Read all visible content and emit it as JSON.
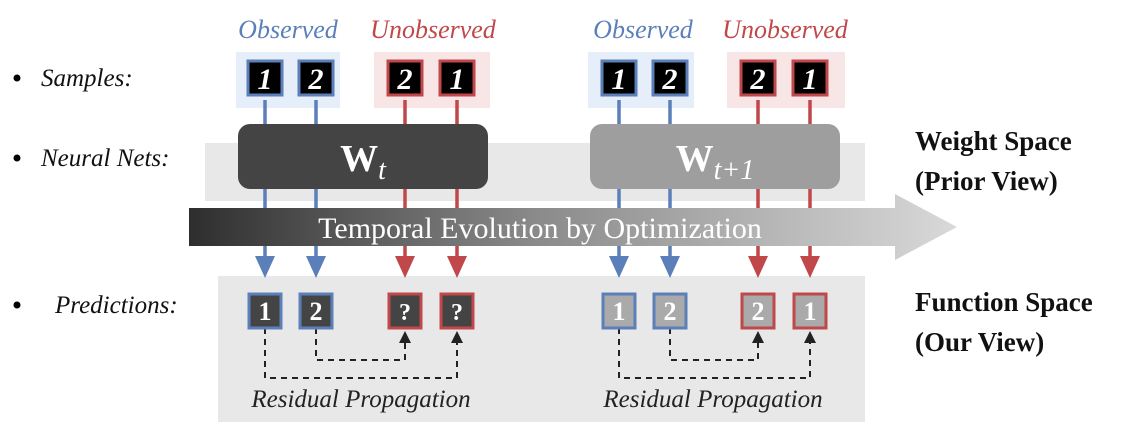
{
  "rows": {
    "samples": "Samples:",
    "neural_nets": "Neural Nets:",
    "predictions": "Predictions:"
  },
  "headers": {
    "observed": "Observed",
    "unobserved": "Unobserved"
  },
  "models": {
    "wt_main": "W",
    "wt_sub": "t",
    "wt1_main": "W",
    "wt1_sub": "t+1"
  },
  "arrow_label": "Temporal Evolution by Optimization",
  "views": {
    "weight_line1": "Weight Space",
    "weight_line2": "(Prior View)",
    "function_line1": "Function Space",
    "function_line2": "(Our View)"
  },
  "samples_digits": [
    "1",
    "2",
    "2",
    "1"
  ],
  "predictions_t": [
    "1",
    "2",
    "?",
    "?"
  ],
  "predictions_t1": [
    "1",
    "2",
    "2",
    "1"
  ],
  "residual_label": "Residual Propagation",
  "colors": {
    "observed": "#5b7fb8",
    "unobserved": "#c0474a",
    "band": "#e8e8e8",
    "model_t": "#444444",
    "model_t1": "#9e9e9e"
  }
}
